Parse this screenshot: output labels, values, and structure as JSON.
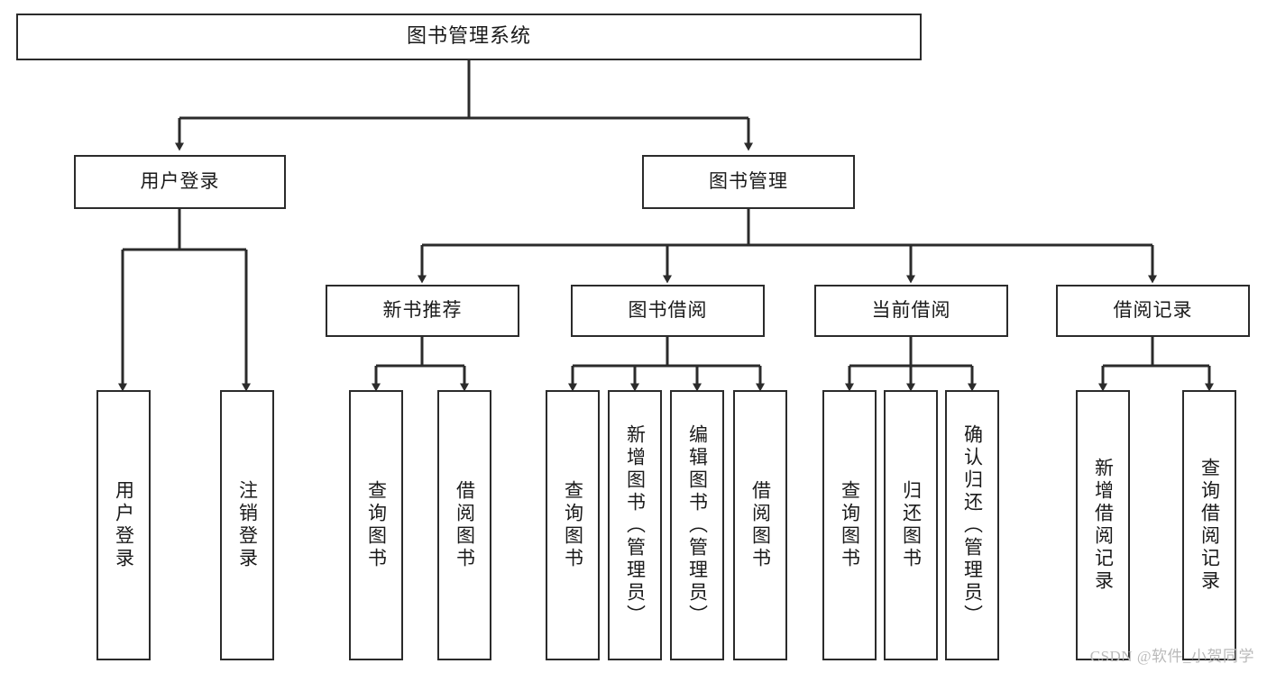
{
  "diagram": {
    "title": "图书管理系统",
    "type": "hierarchy-tree",
    "watermark": "CSDN @软件_小贺同学",
    "colors": {
      "background": "#ffffff",
      "box_border": "#2b2b2b",
      "box_fill": "#ffffff",
      "text": "#1a1a1a",
      "edge": "#2b2b2b",
      "watermark": "#b9b9b9"
    }
  },
  "nodes": {
    "root": {
      "label": "图书管理系统"
    },
    "level2": [
      {
        "id": "user-login",
        "label": "用户登录"
      },
      {
        "id": "book-manage",
        "label": "图书管理"
      }
    ],
    "level3": [
      {
        "id": "new-book-recommend",
        "label": "新书推荐"
      },
      {
        "id": "book-borrow",
        "label": "图书借阅"
      },
      {
        "id": "current-borrow",
        "label": "当前借阅"
      },
      {
        "id": "borrow-record",
        "label": "借阅记录"
      }
    ],
    "leaves": {
      "user_login": [
        {
          "id": "leaf-user-login",
          "label": "用户登录"
        },
        {
          "id": "leaf-user-logout",
          "label": "注销登录"
        }
      ],
      "new_book_recommend": [
        {
          "id": "leaf-query-book-1",
          "label": "查询图书"
        },
        {
          "id": "leaf-borrow-book-1",
          "label": "借阅图书"
        }
      ],
      "book_borrow": [
        {
          "id": "leaf-query-book-2",
          "label": "查询图书"
        },
        {
          "id": "leaf-add-book",
          "label": "新增图书（管理员）"
        },
        {
          "id": "leaf-edit-book",
          "label": "编辑图书（管理员）"
        },
        {
          "id": "leaf-borrow-book-2",
          "label": "借阅图书"
        }
      ],
      "current_borrow": [
        {
          "id": "leaf-query-book-3",
          "label": "查询图书"
        },
        {
          "id": "leaf-return-book",
          "label": "归还图书"
        },
        {
          "id": "leaf-confirm-return",
          "label": "确认归还（管理员）"
        }
      ],
      "borrow_record": [
        {
          "id": "leaf-add-record",
          "label": "新增借阅记录"
        },
        {
          "id": "leaf-query-record",
          "label": "查询借阅记录"
        }
      ]
    }
  }
}
